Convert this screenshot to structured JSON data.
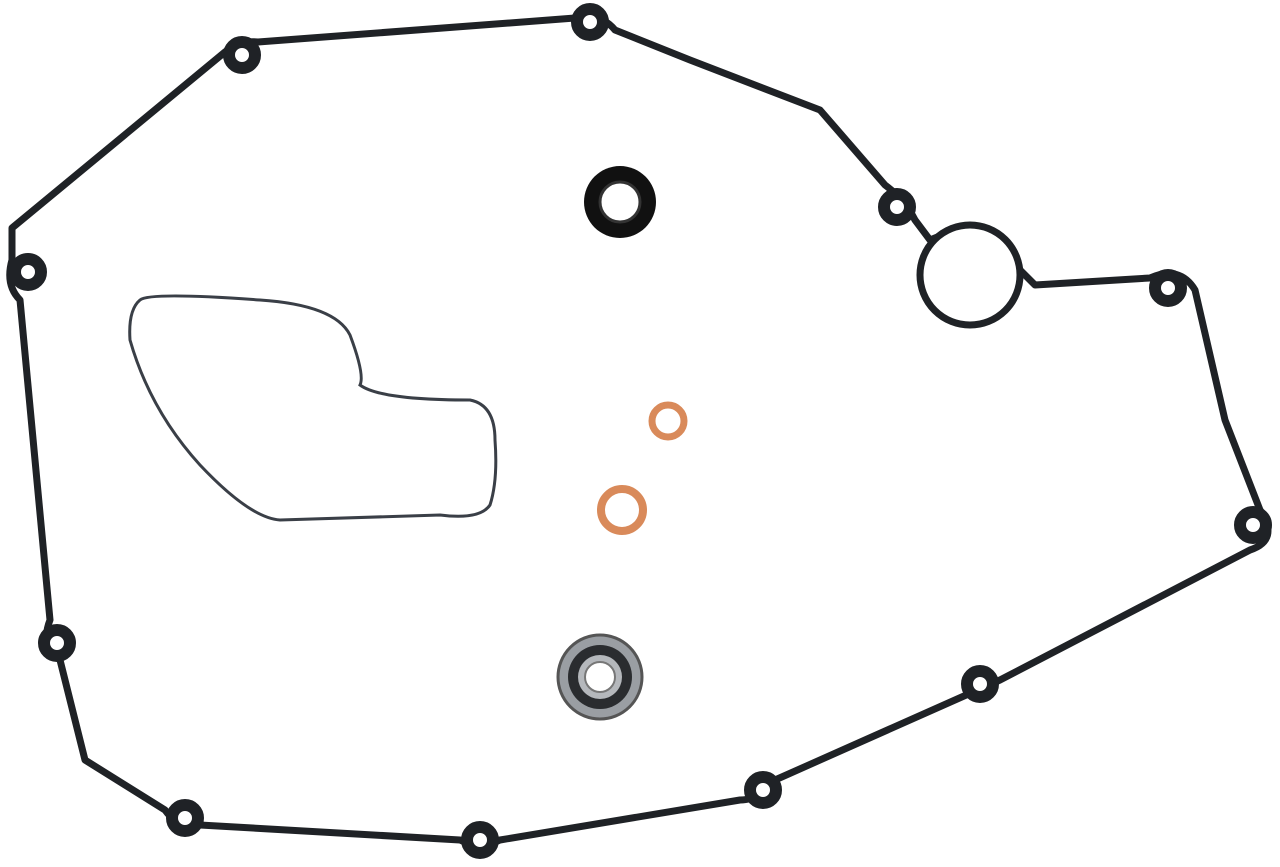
{
  "colors": {
    "background": "#ffffff",
    "gasket": "#1f2226",
    "oring": "#3a3f47",
    "seal": "#111111",
    "copper": "#d98a5a",
    "bearing": "#9a9ea3"
  },
  "parts": [
    "cover-gasket",
    "water-pump-oring",
    "oil-seal",
    "copper-washer",
    "copper-washer",
    "ball-bearing"
  ]
}
